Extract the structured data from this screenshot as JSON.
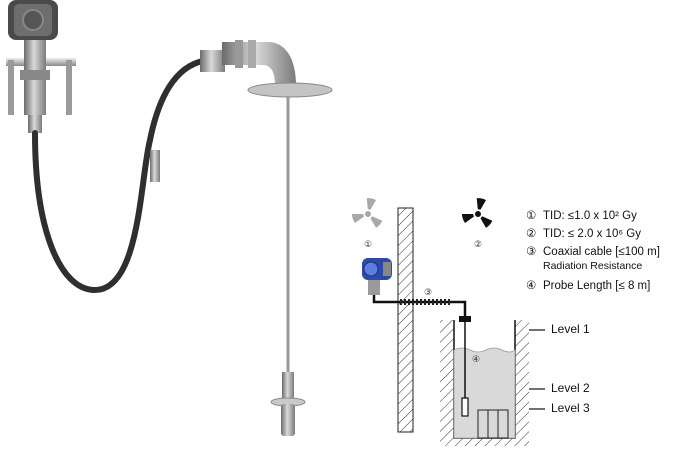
{
  "legend": {
    "items": [
      {
        "num": "①",
        "text": "TID: ≤1.0 x 10² Gy"
      },
      {
        "num": "②",
        "text": "TID: ≤ 2.0 x 10⁶ Gy"
      },
      {
        "num": "③",
        "text": "Coaxial cable [≤100 m]",
        "sub": "Radiation Resistance"
      },
      {
        "num": "④",
        "text": "Probe Length [≤ 8 m]"
      }
    ]
  },
  "diagram": {
    "marker_1": "①",
    "marker_2": "②",
    "marker_3": "③",
    "marker_4": "④",
    "levels": [
      "Level 1",
      "Level 2",
      "Level 3"
    ]
  },
  "colors": {
    "radiation_light": "#a9a9a9",
    "radiation_dark": "#111111",
    "transmitter_blue": "#3a5dbf",
    "liquid": "#d9d9d9",
    "hatch": "#333333"
  }
}
